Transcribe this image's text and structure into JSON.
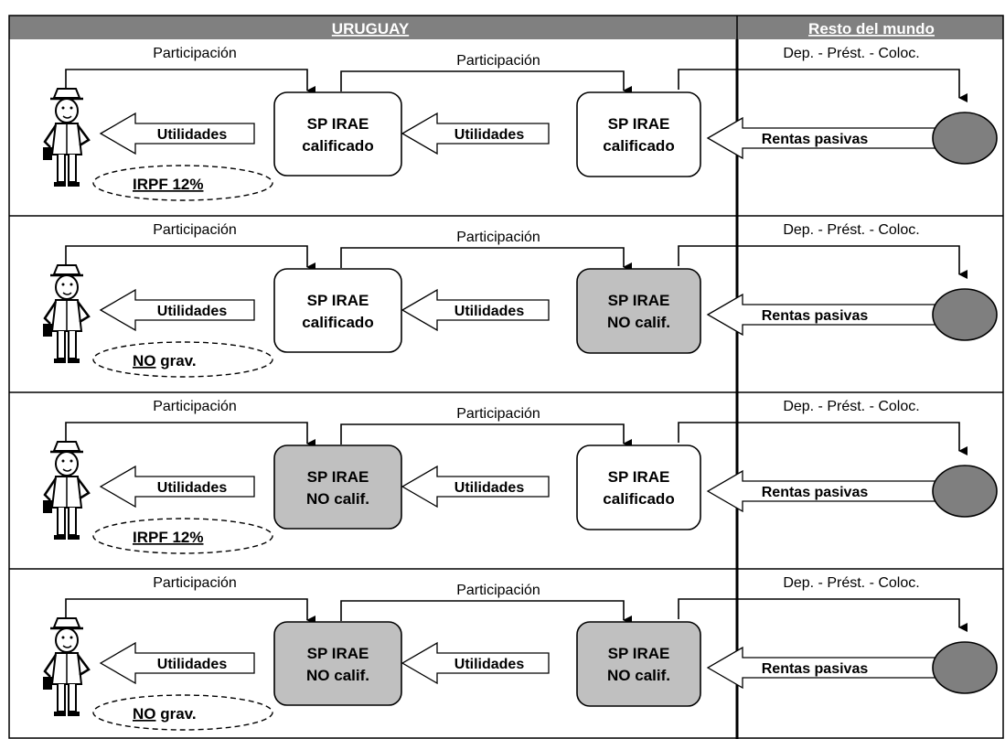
{
  "header": {
    "left_title": "URUGUAY",
    "right_title": "Resto del mundo"
  },
  "colors": {
    "header_bg": "#808080",
    "non_qualified_fill": "#c0c0c0",
    "qualified_fill": "#ffffff",
    "circle_fill": "#7f7f7f"
  },
  "rows": [
    {
      "participacion_left": "Participación",
      "participacion_mid": "Participación",
      "dep_label": "Dep. - Prést. - Coloc.",
      "utilidades_left": "Utilidades",
      "utilidades_mid": "Utilidades",
      "rentas": "Rentas pasivas",
      "box1": {
        "line1": "SP IRAE",
        "line2": "calificado",
        "qualified": true
      },
      "box2": {
        "line1": "SP IRAE",
        "line2": "calificado",
        "qualified": true
      },
      "tax": {
        "underlined": "IRPF 12%",
        "rest": ""
      }
    },
    {
      "participacion_left": "Participación",
      "participacion_mid": "Participación",
      "dep_label": "Dep. - Prést. - Coloc.",
      "utilidades_left": "Utilidades",
      "utilidades_mid": "Utilidades",
      "rentas": "Rentas pasivas",
      "box1": {
        "line1": "SP IRAE",
        "line2": "calificado",
        "qualified": true
      },
      "box2": {
        "line1": "SP IRAE",
        "line2": "NO calif.",
        "qualified": false
      },
      "tax": {
        "underlined": "NO",
        "rest": " grav."
      }
    },
    {
      "participacion_left": "Participación",
      "participacion_mid": "Participación",
      "dep_label": "Dep. - Prést. - Coloc.",
      "utilidades_left": "Utilidades",
      "utilidades_mid": "Utilidades",
      "rentas": "Rentas pasivas",
      "box1": {
        "line1": "SP IRAE",
        "line2": "NO calif.",
        "qualified": false
      },
      "box2": {
        "line1": "SP IRAE",
        "line2": "calificado",
        "qualified": true
      },
      "tax": {
        "underlined": "IRPF 12%",
        "rest": ""
      }
    },
    {
      "participacion_left": "Participación",
      "participacion_mid": "Participación",
      "dep_label": "Dep. - Prést. - Coloc.",
      "utilidades_left": "Utilidades",
      "utilidades_mid": "Utilidades",
      "rentas": "Rentas pasivas",
      "box1": {
        "line1": "SP IRAE",
        "line2": "NO calif.",
        "qualified": false
      },
      "box2": {
        "line1": "SP IRAE",
        "line2": "NO calif.",
        "qualified": false
      },
      "tax": {
        "underlined": "NO",
        "rest": " grav."
      }
    }
  ]
}
